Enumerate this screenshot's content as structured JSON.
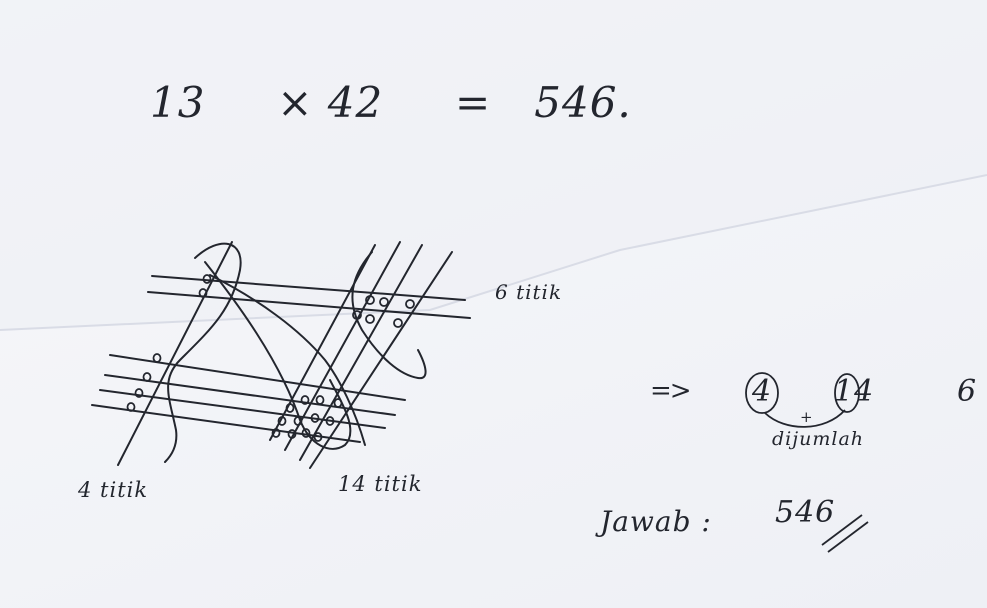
{
  "equation": {
    "left_operand": "13",
    "operator": "×",
    "right_operand": "42",
    "equals": "=",
    "result": "546."
  },
  "counts": {
    "hundreds_label": "6 titik",
    "ones_label": "4 titik",
    "tens_label": "14 titik"
  },
  "carry_step": {
    "arrow": "=>",
    "ones_digit": "4",
    "tens_digit": "14",
    "hundreds_digit": "6",
    "plus_sign": "+",
    "note": "dijumlah"
  },
  "answer": {
    "label": "Jawab :",
    "value": "546"
  },
  "colors": {
    "ink": "#23262e",
    "paper": "#f4f5f9"
  }
}
